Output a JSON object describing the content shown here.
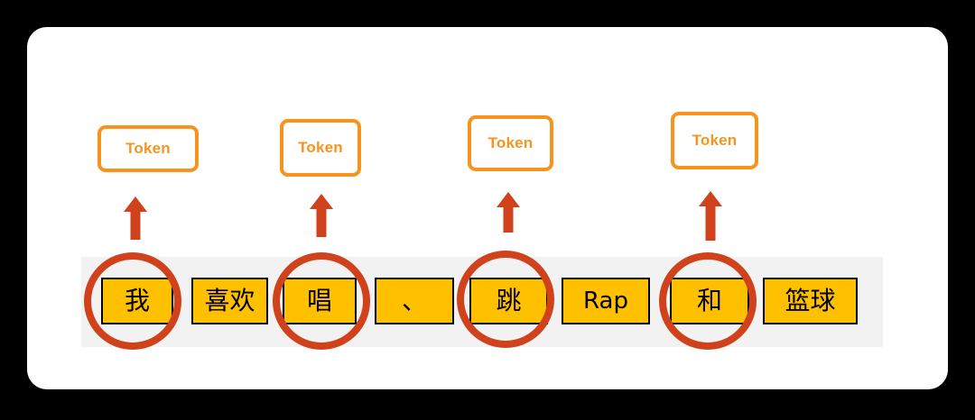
{
  "diagram": {
    "description": "tokenization diagram: sentence split into tokens, four circled words map to Token boxes",
    "tokens": [
      {
        "label": "Token"
      },
      {
        "label": "Token"
      },
      {
        "label": "Token"
      },
      {
        "label": "Token"
      }
    ],
    "words": {
      "items": [
        {
          "text": "我",
          "circled": true
        },
        {
          "text": "喜欢",
          "circled": false
        },
        {
          "text": "唱",
          "circled": true
        },
        {
          "text": "、",
          "circled": false
        },
        {
          "text": "跳",
          "circled": true
        },
        {
          "text": "Rap",
          "circled": false
        },
        {
          "text": "和",
          "circled": true
        },
        {
          "text": "篮球",
          "circled": false
        }
      ]
    },
    "colors": {
      "background": "#000000",
      "panel": "#ffffff",
      "strip": "#f2f2f2",
      "token_border_and_text": "#f7941d",
      "arrow_and_circle": "#d0421b",
      "word_box_fill": "#ffc000",
      "word_box_border": "#000000",
      "word_text": "#000000"
    }
  }
}
